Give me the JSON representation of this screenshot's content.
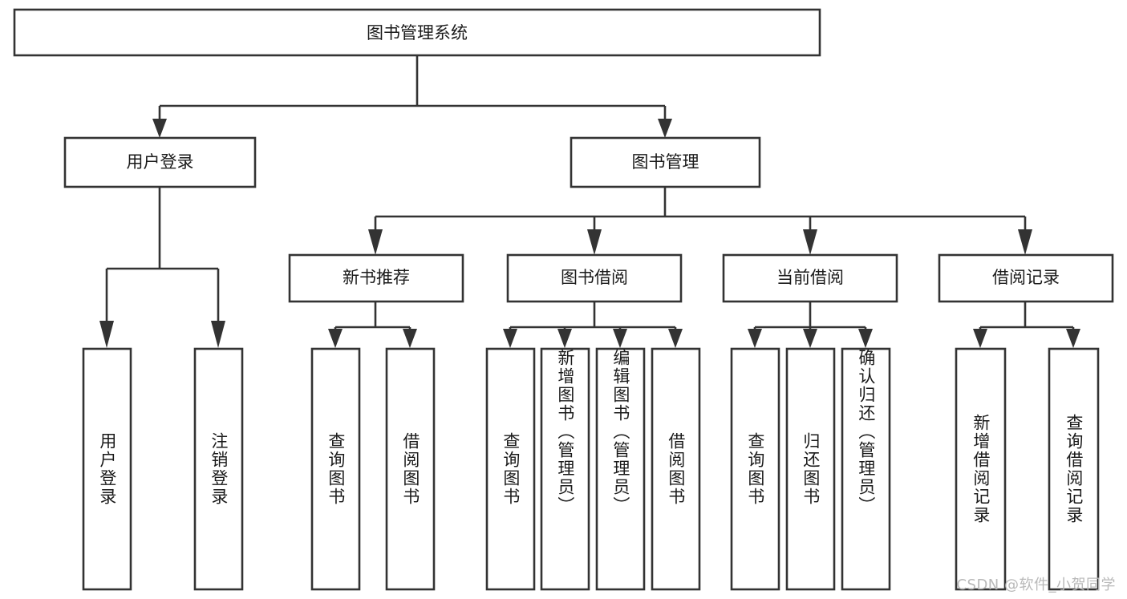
{
  "diagram": {
    "title": "图书管理系统",
    "type": "tree",
    "orientation": "top-down",
    "colors": {
      "background": "#ffffff",
      "box_fill": "#ffffff",
      "box_stroke": "#333333",
      "connector": "#333333",
      "text": "#1a1a1a",
      "watermark": "#b9b9b9"
    },
    "watermark": "CSDN @软件_小贺同学",
    "nodes": {
      "root": {
        "label": "图书管理系统",
        "level": 0,
        "orientation": "horizontal"
      },
      "user_login": {
        "label": "用户登录",
        "level": 1,
        "orientation": "horizontal"
      },
      "book_manage": {
        "label": "图书管理",
        "level": 1,
        "orientation": "horizontal"
      },
      "new_book_rec": {
        "label": "新书推荐",
        "level": 2,
        "orientation": "horizontal"
      },
      "book_borrow": {
        "label": "图书借阅",
        "level": 2,
        "orientation": "horizontal"
      },
      "current_borrow": {
        "label": "当前借阅",
        "level": 2,
        "orientation": "horizontal"
      },
      "borrow_record": {
        "label": "借阅记录",
        "level": 2,
        "orientation": "horizontal"
      },
      "leaf_user_login": {
        "label": "用户登录",
        "level": 3,
        "orientation": "vertical"
      },
      "leaf_user_logout": {
        "label": "注销登录",
        "level": 3,
        "orientation": "vertical"
      },
      "leaf_rec_query": {
        "label": "查询图书",
        "level": 3,
        "orientation": "vertical"
      },
      "leaf_rec_borrow": {
        "label": "借阅图书",
        "level": 3,
        "orientation": "vertical"
      },
      "leaf_borrow_query": {
        "label": "查询图书",
        "level": 3,
        "orientation": "vertical"
      },
      "leaf_borrow_add": {
        "label": "新增图书（管理员）",
        "level": 3,
        "orientation": "vertical"
      },
      "leaf_borrow_edit": {
        "label": "编辑图书（管理员）",
        "level": 3,
        "orientation": "vertical"
      },
      "leaf_borrow_lend": {
        "label": "借阅图书",
        "level": 3,
        "orientation": "vertical"
      },
      "leaf_cur_query": {
        "label": "查询图书",
        "level": 3,
        "orientation": "vertical"
      },
      "leaf_cur_return": {
        "label": "归还图书",
        "level": 3,
        "orientation": "vertical"
      },
      "leaf_cur_confirm": {
        "label": "确认归还（管理员）",
        "level": 3,
        "orientation": "vertical"
      },
      "leaf_rec_add": {
        "label": "新增借阅记录",
        "level": 3,
        "orientation": "vertical"
      },
      "leaf_rec_search": {
        "label": "查询借阅记录",
        "level": 3,
        "orientation": "vertical"
      }
    },
    "edges": [
      {
        "from": "root",
        "to": "user_login"
      },
      {
        "from": "root",
        "to": "book_manage"
      },
      {
        "from": "book_manage",
        "to": "new_book_rec"
      },
      {
        "from": "book_manage",
        "to": "book_borrow"
      },
      {
        "from": "book_manage",
        "to": "current_borrow"
      },
      {
        "from": "book_manage",
        "to": "borrow_record"
      },
      {
        "from": "user_login",
        "to": "leaf_user_login"
      },
      {
        "from": "user_login",
        "to": "leaf_user_logout"
      },
      {
        "from": "new_book_rec",
        "to": "leaf_rec_query"
      },
      {
        "from": "new_book_rec",
        "to": "leaf_rec_borrow"
      },
      {
        "from": "book_borrow",
        "to": "leaf_borrow_query"
      },
      {
        "from": "book_borrow",
        "to": "leaf_borrow_add"
      },
      {
        "from": "book_borrow",
        "to": "leaf_borrow_edit"
      },
      {
        "from": "book_borrow",
        "to": "leaf_borrow_lend"
      },
      {
        "from": "current_borrow",
        "to": "leaf_cur_query"
      },
      {
        "from": "current_borrow",
        "to": "leaf_cur_return"
      },
      {
        "from": "current_borrow",
        "to": "leaf_cur_confirm"
      },
      {
        "from": "borrow_record",
        "to": "leaf_rec_add"
      },
      {
        "from": "borrow_record",
        "to": "leaf_rec_search"
      }
    ]
  }
}
